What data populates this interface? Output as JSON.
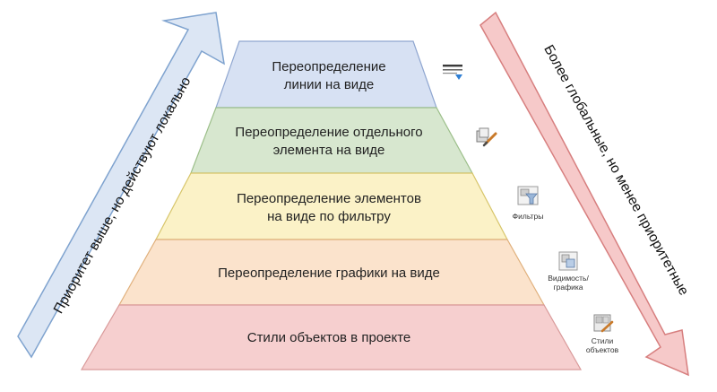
{
  "left_arrow": {
    "label": "Приоритет выше, но действуют локально",
    "fill": "#dce6f4",
    "stroke": "#7fa3cf"
  },
  "right_arrow": {
    "label": "Более глобальные, но менее приоритетные",
    "fill": "#f6c9c9",
    "stroke": "#d77f7f"
  },
  "tiers": [
    {
      "lines": [
        "Переопределение",
        "линии на виде"
      ],
      "fill": "#d7e1f3",
      "stroke": "#8fa6d0"
    },
    {
      "lines": [
        "Переопределение отдельного",
        "элемента на виде"
      ],
      "fill": "#d7e7cf",
      "stroke": "#9cbf8a"
    },
    {
      "lines": [
        "Переопределение элементов",
        "на виде по фильтру"
      ],
      "fill": "#fbf2c7",
      "stroke": "#d7c56a"
    },
    {
      "lines": [
        "Переопределение графики на виде"
      ],
      "fill": "#fbe3cc",
      "stroke": "#e0b07c"
    },
    {
      "lines": [
        "Стили объектов в проекте"
      ],
      "fill": "#f6cfcf",
      "stroke": "#d99a9a"
    }
  ],
  "icons": [
    {
      "name": "linework-icon",
      "caption": []
    },
    {
      "name": "override-element-icon",
      "caption": []
    },
    {
      "name": "filters-icon",
      "caption": [
        "Фильтры"
      ]
    },
    {
      "name": "visibility-graphics-icon",
      "caption": [
        "Видимость/",
        "графика"
      ]
    },
    {
      "name": "object-styles-icon",
      "caption": [
        "Стили",
        "объектов"
      ]
    }
  ]
}
